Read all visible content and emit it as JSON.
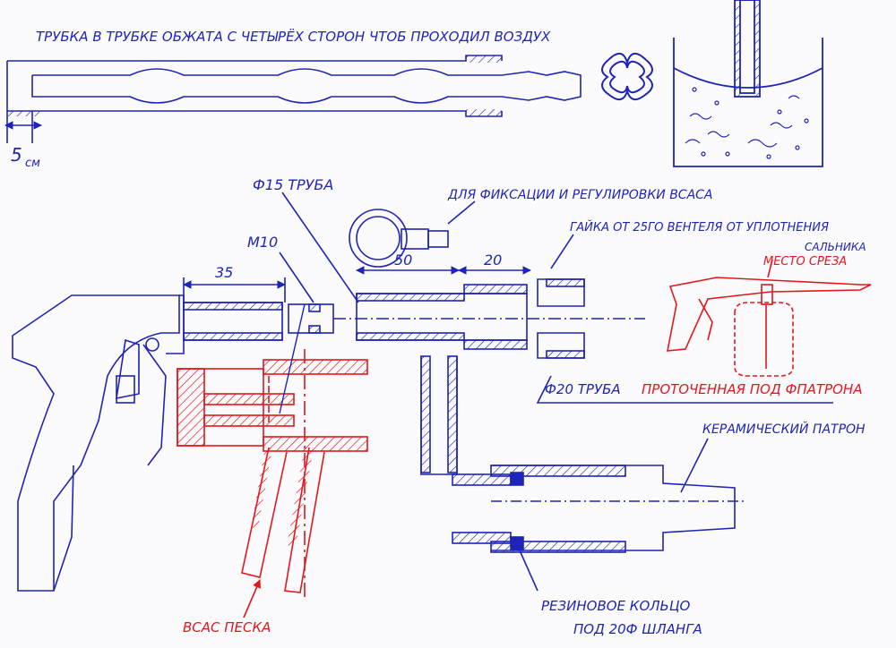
{
  "labels": {
    "top_note": "ТРУБКА В ТРУБКЕ ОБЖАТА С ЧЕТЫРЁХ СТОРОН ЧТОБ ПРОХОДИЛ ВОЗДУХ",
    "dim_5": "5",
    "dim_5_unit": "см",
    "pipe_15": "Ф15 ТРУБА",
    "fixation": "ДЛЯ ФИКСАЦИИ И РЕГУЛИРОВКИ ВСАСА",
    "nut": "ГАЙКА ОТ 25ГО ВЕНТЕЛЯ ОТ УПЛОТНЕНИЯ",
    "gland": "САЛЬНИКА",
    "cut_place": "МЕСТО СРЕЗА",
    "m10": "М10",
    "dim_35": "35",
    "dim_50": "50",
    "dim_20": "20",
    "pipe_20_prefix": "Ф20 ТРУБА",
    "pipe_20_red": "ПРОТОЧЕННАЯ ПОД ФПАТРОНА",
    "ceramic": "КЕРАМИЧЕСКИЙ ПАТРОН",
    "rubber_ring": "РЕЗИНОВОЕ КОЛЬЦО",
    "hose": "ПОД 20Ф ШЛАНГА",
    "sand_intake": "ВСАС ПЕСКА"
  },
  "colors": {
    "ink_blue": "#1f24b8",
    "ink_red": "#e4161c",
    "paper": "#fbfbfd"
  }
}
